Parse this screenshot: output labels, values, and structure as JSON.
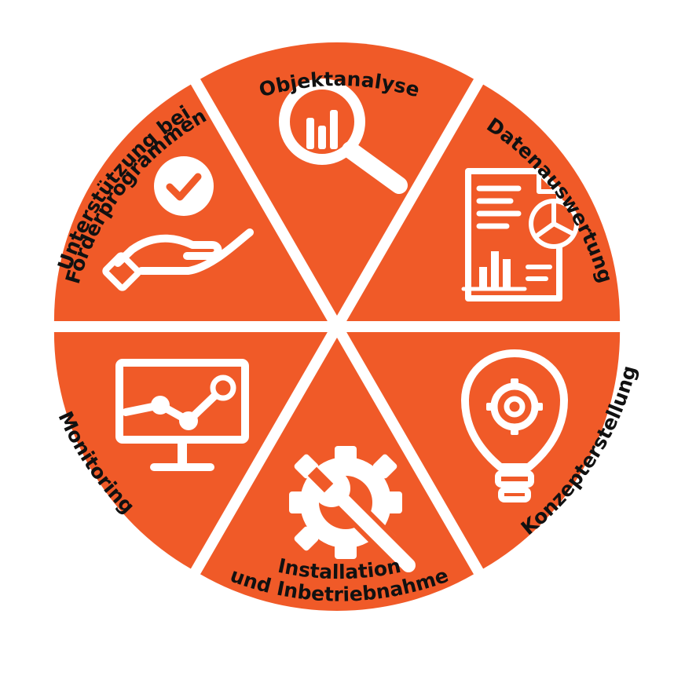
{
  "colors": {
    "segment": "#F05A28",
    "gap": "#ffffff",
    "icon": "#ffffff",
    "label": "#111111"
  },
  "segments": [
    {
      "id": "objektanalyse",
      "label_lines": [
        "Objektanalyse"
      ],
      "icon": "magnifier-chart-icon"
    },
    {
      "id": "datenauswertung",
      "label_lines": [
        "Datenauswertung"
      ],
      "icon": "report-document-icon"
    },
    {
      "id": "konzepterstellung",
      "label_lines": [
        "Konzepterstellung"
      ],
      "icon": "lightbulb-gear-icon"
    },
    {
      "id": "installation",
      "label_lines": [
        "Installation",
        "und Inbetriebnahme"
      ],
      "icon": "gear-wrench-icon"
    },
    {
      "id": "monitoring",
      "label_lines": [
        "Monitoring"
      ],
      "icon": "monitor-chart-icon"
    },
    {
      "id": "foerderprogramme",
      "label_lines": [
        "Unterstützung bei",
        "Förderprogrammen"
      ],
      "icon": "hand-check-icon"
    }
  ]
}
